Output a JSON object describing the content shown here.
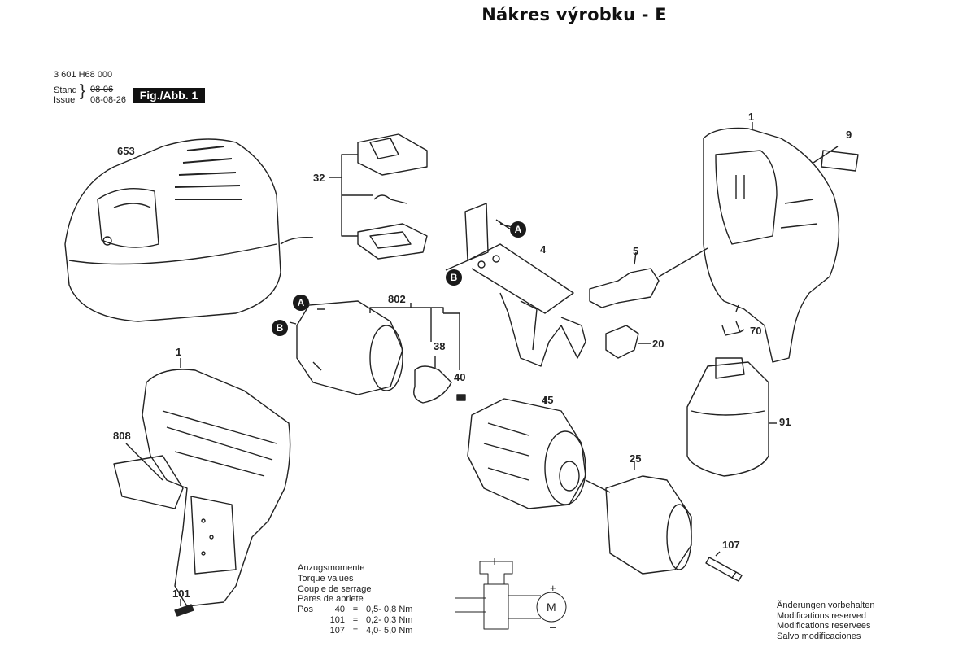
{
  "title": "Nákres výrobku - E",
  "header": {
    "part_number": "3 601 H68 000",
    "stand_label": "Stand",
    "issue_label": "Issue",
    "old_date_struck": "08-06",
    "issue_date": "08-08-26",
    "figure_label": "Fig./Abb. 1"
  },
  "part_labels": {
    "p653": "653",
    "p32": "32",
    "p4": "4",
    "p1_top": "1",
    "p9": "9",
    "p5": "5",
    "p802": "802",
    "p38": "38",
    "p40": "40",
    "p20": "20",
    "p70": "70",
    "p1_bottom": "1",
    "p45": "45",
    "p91": "91",
    "p808": "808",
    "p25": "25",
    "p107": "107",
    "p101": "101"
  },
  "connectors": {
    "a": "A",
    "b": "B"
  },
  "torque": {
    "lines": [
      "Anzugsmomente",
      "Torque values",
      "Couple de serrage",
      "Pares de apriete"
    ],
    "pos_label": "Pos",
    "rows": [
      {
        "pos": "40",
        "eq": "=",
        "value": "0,5- 0,8 Nm"
      },
      {
        "pos": "101",
        "eq": "=",
        "value": "0,2- 0,3 Nm"
      },
      {
        "pos": "107",
        "eq": "=",
        "value": "4,0- 5,0 Nm"
      }
    ]
  },
  "schematic": {
    "motor": "M",
    "plus": "+",
    "minus": "–"
  },
  "modifications": [
    "Änderungen vorbehalten",
    "Modifications reserved",
    "Modifications reservees",
    "Salvo modificaciones"
  ]
}
